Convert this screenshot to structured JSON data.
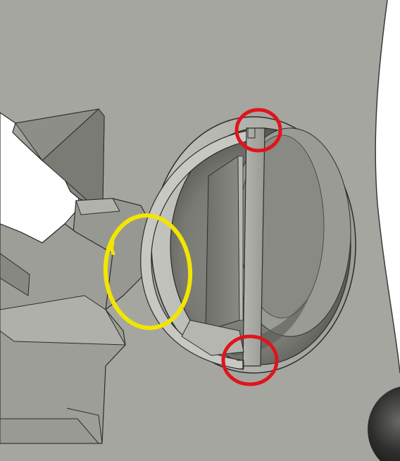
{
  "scene": {
    "kind": "3d-cad-render",
    "background_color": "#ffffff",
    "part_color": "#a7a7a1",
    "edge_color": "#2c2c2c"
  },
  "annotations": {
    "highlight_color": "#f1e600",
    "marker_color": "#e0141c",
    "red_circle_count": 2,
    "yellow_circle_count": 1
  }
}
